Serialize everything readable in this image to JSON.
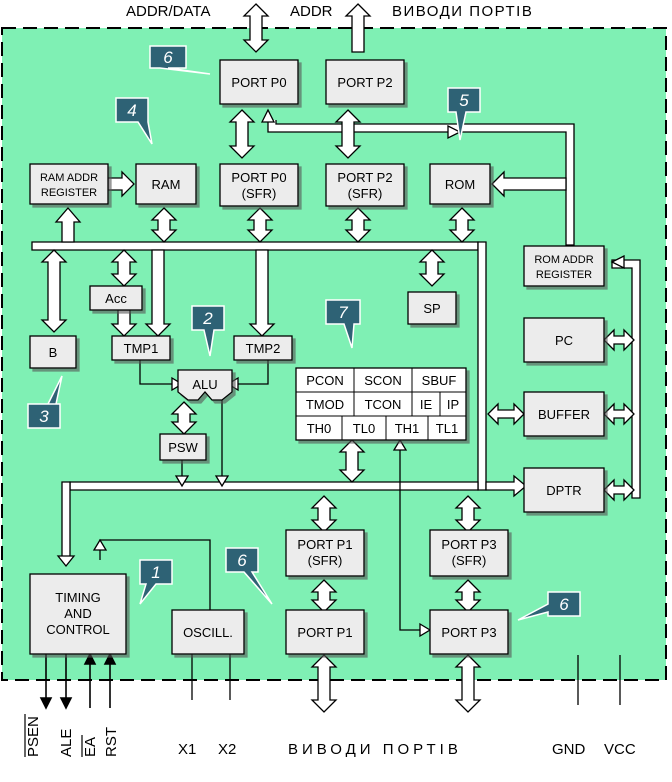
{
  "top_labels": {
    "addr_data": "ADDR/DATA",
    "addr": "ADDR",
    "port_pins": "ВИВОДИ ПОРТІВ"
  },
  "bottom_labels": {
    "psen": "PSEN",
    "ale": "ALE",
    "ea": "EA",
    "rst": "RST",
    "x1": "X1",
    "x2": "X2",
    "port_pins": "ВИВОДИ ПОРТІВ",
    "gnd": "GND",
    "vcc": "VCC"
  },
  "blocks": {
    "port_p0": "PORT P0",
    "port_p2": "PORT P2",
    "port_p0_sfr_1": "PORT P0",
    "port_p0_sfr_2": "(SFR)",
    "port_p2_sfr_1": "PORT P2",
    "port_p2_sfr_2": "(SFR)",
    "ram_addr_1": "RAM ADDR",
    "ram_addr_2": "REGISTER",
    "ram": "RAM",
    "rom": "ROM",
    "rom_addr_1": "ROM ADDR",
    "rom_addr_2": "REGISTER",
    "acc": "Acc",
    "b": "B",
    "tmp1": "TMP1",
    "tmp2": "TMP2",
    "alu": "ALU",
    "psw": "PSW",
    "sp": "SP",
    "pc": "PC",
    "buffer": "BUFFER",
    "dptr": "DPTR",
    "timing_1": "TIMING",
    "timing_2": "AND",
    "timing_3": "CONTROL",
    "oscill": "OSCILL.",
    "port_p1_sfr_1": "PORT P1",
    "port_p1_sfr_2": "(SFR)",
    "port_p3_sfr_1": "PORT P3",
    "port_p3_sfr_2": "(SFR)",
    "port_p1": "PORT P1",
    "port_p3": "PORT P3"
  },
  "sfr_table": [
    [
      "PCON",
      "SCON",
      "SBUF"
    ],
    [
      "TMOD",
      "TCON",
      "IE",
      "IP"
    ],
    [
      "TH0",
      "TL0",
      "TH1",
      "TL1"
    ]
  ],
  "callouts": {
    "c1": "1",
    "c2": "2",
    "c3": "3",
    "c4": "4",
    "c5": "5",
    "c6a": "6",
    "c6b": "6",
    "c6c": "6",
    "c7": "7"
  },
  "colors": {
    "chip_fill": "#7ff0b4",
    "block_fill": "#ececec",
    "callout_fill": "#2e6275",
    "line": "#000000"
  }
}
